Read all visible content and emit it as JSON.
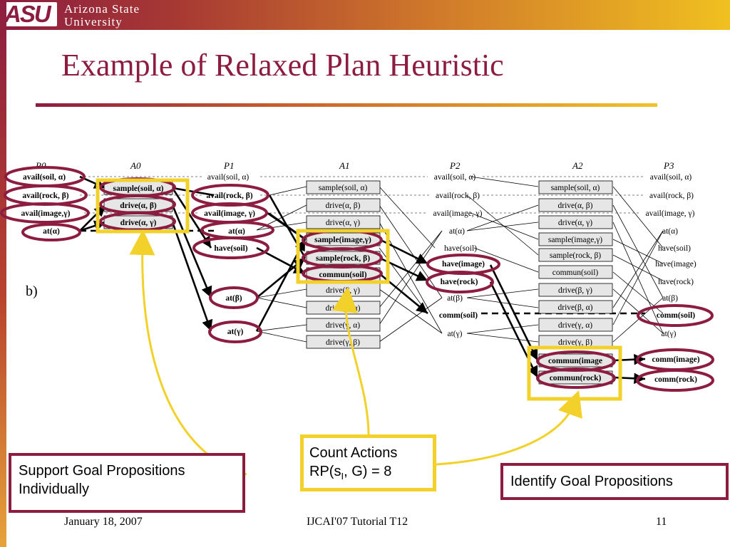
{
  "header": {
    "logo": "ASU",
    "university_line1": "Arizona State",
    "university_line2": "University"
  },
  "title": "Example of Relaxed Plan Heuristic",
  "diagram_label": "b)",
  "layers": {
    "P0": {
      "header": "P0",
      "props": [
        "avail(soil, α)",
        "avail(rock, β)",
        "avail(image,γ)",
        "at(α)"
      ]
    },
    "A0": {
      "header": "A0",
      "actions": [
        "sample(soil, α)",
        "drive(α, β)",
        "drive(α, γ)"
      ]
    },
    "P1": {
      "header": "P1",
      "props": [
        "avail(soil, α)",
        "avail(rock, β)",
        "avail(image, γ)",
        "at(α)",
        "have(soil)",
        "at(β)",
        "at(γ)"
      ]
    },
    "A1": {
      "header": "A1",
      "actions": [
        "sample(soil, α)",
        "drive(α, β)",
        "drive(α, γ)",
        "sample(image,γ)",
        "sample(rock, β)",
        "commun(soil)",
        "drive(β, γ)",
        "drive(β, α)",
        "drive(γ, α)",
        "drive(γ, β)"
      ]
    },
    "P2": {
      "header": "P2",
      "props": [
        "avail(soil, α)",
        "avail(rock, β)",
        "avail(image, γ)",
        "at(α)",
        "have(soil)",
        "have(image)",
        "have(rock)",
        "at(β)",
        "comm(soil)",
        "at(γ)"
      ]
    },
    "A2": {
      "header": "A2",
      "actions": [
        "sample(soil, α)",
        "drive(α, β)",
        "drive(α, γ)",
        "sample(image,γ)",
        "sample(rock, β)",
        "commun(soil)",
        "drive(β, γ)",
        "drive(β, α)",
        "drive(γ, α)",
        "drive(γ, β)",
        "commun(image",
        "commun(rock)"
      ]
    },
    "P3": {
      "header": "P3",
      "props": [
        "avail(soil, α)",
        "avail(rock, β)",
        "avail(image, γ)",
        "at(α)",
        "have(soil)",
        "have(image)",
        "have(rock)",
        "at(β)",
        "comm(soil)",
        "at(γ)",
        "comm(image)",
        "comm(rock)"
      ]
    }
  },
  "callouts": {
    "support": {
      "line1": "Support Goal Propositions",
      "line2": "Individually"
    },
    "count": {
      "line1": "Count Actions",
      "line2_pre": "RP(s",
      "line2_sub": "I",
      "line2_post": ", G) = 8"
    },
    "identify": {
      "text": "Identify Goal Propositions"
    }
  },
  "footer": {
    "date": "January 18, 2007",
    "center": "IJCAI'07 Tutorial T12",
    "page": "11"
  },
  "colors": {
    "maroon": "#8c1d40",
    "gold": "#f2d22a",
    "action_box_fill": "#e6e6e6"
  }
}
